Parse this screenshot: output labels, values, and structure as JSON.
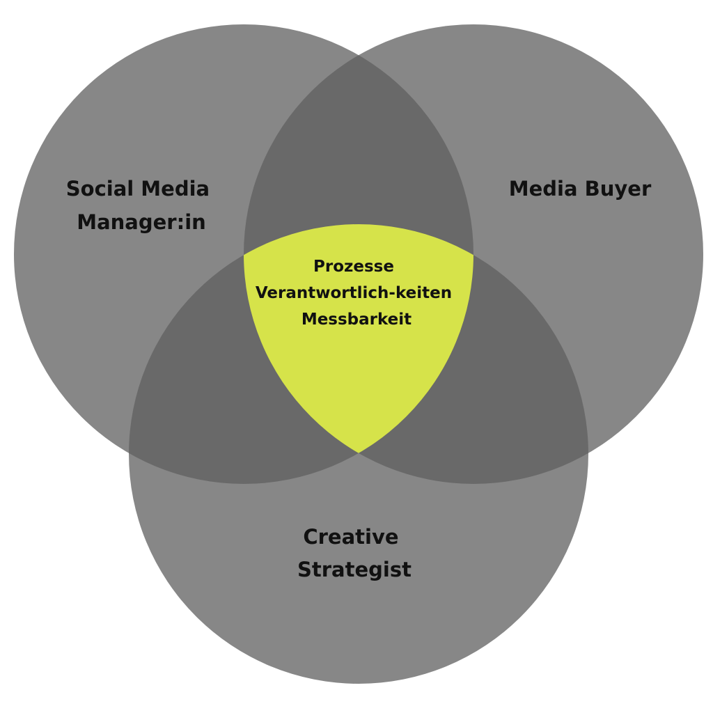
{
  "diagram": {
    "circles": [
      {
        "id": "social-media-manager",
        "lines": [
          "Social Media",
          "Manager:in"
        ]
      },
      {
        "id": "media-buyer",
        "lines": [
          "Media Buyer"
        ]
      },
      {
        "id": "creative-strategist",
        "lines": [
          "Creative",
          "Strategist"
        ]
      }
    ],
    "center": {
      "lines": [
        "Prozesse",
        "Verantwortlich-keiten",
        "Messbarkeit"
      ]
    },
    "colors": {
      "circle": "#878787",
      "pair_overlap": "#696969",
      "center": "#d6e34a",
      "text": "#111111",
      "background": "#ffffff"
    }
  }
}
